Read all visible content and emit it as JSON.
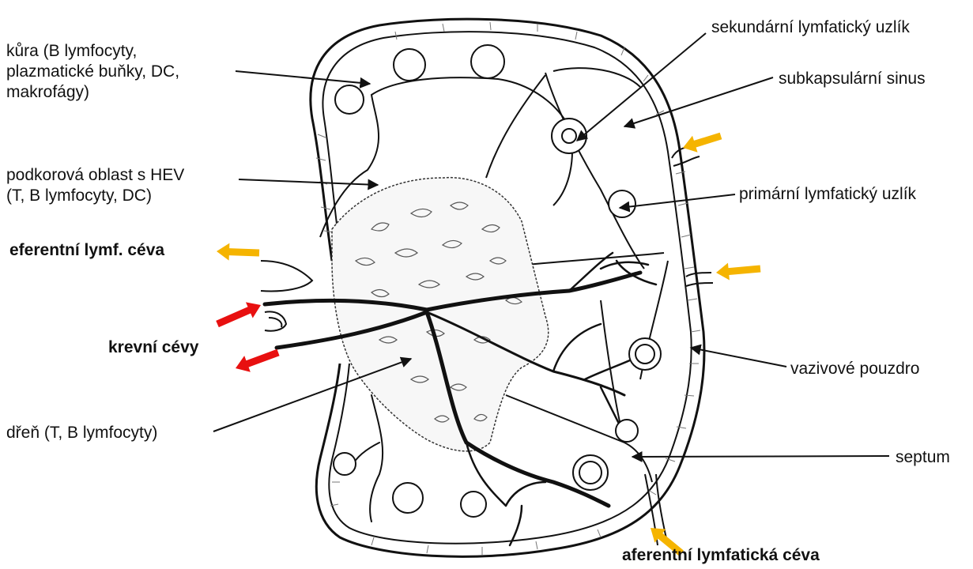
{
  "labels": {
    "cortex": [
      "kůra (B lymfocyty,",
      "plazmatické buňky, DC,",
      "makrofágy)"
    ],
    "paracortex": [
      "podkorová oblast s HEV",
      "(T, B lymfocyty, DC)"
    ],
    "efferent": "eferentní lymf. céva",
    "blood_vessels": "krevní cévy",
    "medulla": "dřeň (T, B lymfocyty)",
    "secondary_nodule": "sekundární lymfatický uzlík",
    "subcapsular_sinus": "subkapsulární sinus",
    "primary_nodule": "primární lymfatický uzlík",
    "capsule": "vazivové pouzdro",
    "septum": "septum",
    "afferent": "aferentní lymfatická céva"
  },
  "colors": {
    "lymph_arrow": "#f5b400",
    "blood_arrow": "#e81010",
    "ink": "#111111"
  }
}
